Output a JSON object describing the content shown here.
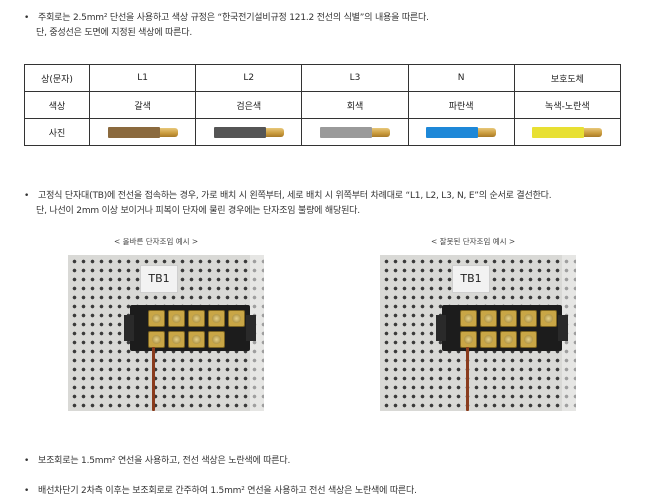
{
  "note1": {
    "line1": "주회로는 2.5mm² 단선을 사용하고 색상 규정은 “한국전기설비규정 121.2 전선의 식별”의 내용을 따른다.",
    "line2": "단, 중성선은 도면에 지정된 색상에 따른다."
  },
  "color_table": {
    "row_phase": {
      "header": "상(문자)",
      "cells": [
        "L1",
        "L2",
        "L3",
        "N",
        "보호도체"
      ]
    },
    "row_color": {
      "header": "색상",
      "cells": [
        "갈색",
        "검은색",
        "회색",
        "파란색",
        "녹색-노란색"
      ]
    },
    "row_photo": {
      "header": "사진"
    },
    "wire_colors": [
      "#8b6a3e",
      "#555555",
      "#9a9a9a",
      "#1e88d8",
      "#e8e033"
    ]
  },
  "note2": {
    "line1": "고정식 단자대(TB)에 전선을 접속하는 경우, 가로 배치 시 왼쪽부터, 세로 배치 시 위쪽부터 차례대로 “L1, L2, L3, N, E”의 순서로 결선한다.",
    "line2": "단, 나선이 2mm 이상 보이거나 피복이 단자에 물린 경우에는 단자조임 불량에 해당된다."
  },
  "examples": {
    "correct": {
      "caption": "< 올바른 단자조임 예시 >",
      "label": "TB1"
    },
    "wrong": {
      "caption": "< 잘못된 단자조임 예시 >",
      "label": "TB1"
    }
  },
  "note3": {
    "line1": "보조회로는 1.5mm² 연선을 사용하고, 전선 색상은 노란색에 따른다."
  },
  "note4": {
    "line1": "배선차단기 2차측 이후는 보조회로로 간주하여 1.5mm² 연선을 사용하고 전선 색상은 노란색에 따른다."
  }
}
